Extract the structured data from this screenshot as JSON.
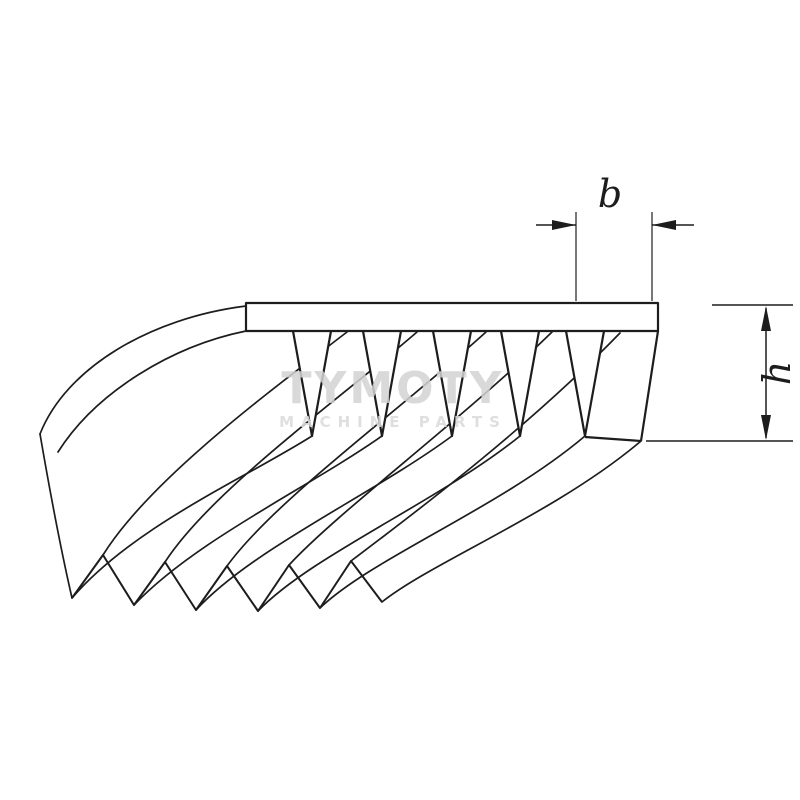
{
  "watermark": {
    "brand": "TYMOTY",
    "tagline": "MACHINE PARTS"
  },
  "labels": {
    "belt_width": "b",
    "belt_height": "h"
  },
  "diagram": {
    "face_rib_count": 5,
    "end_rib_tip_count": 6
  },
  "colors": {
    "line": "#1d1d1d",
    "watermark_primary": "#d2d2d2",
    "watermark_secondary": "#dcdcdc",
    "background": "#ffffff"
  }
}
